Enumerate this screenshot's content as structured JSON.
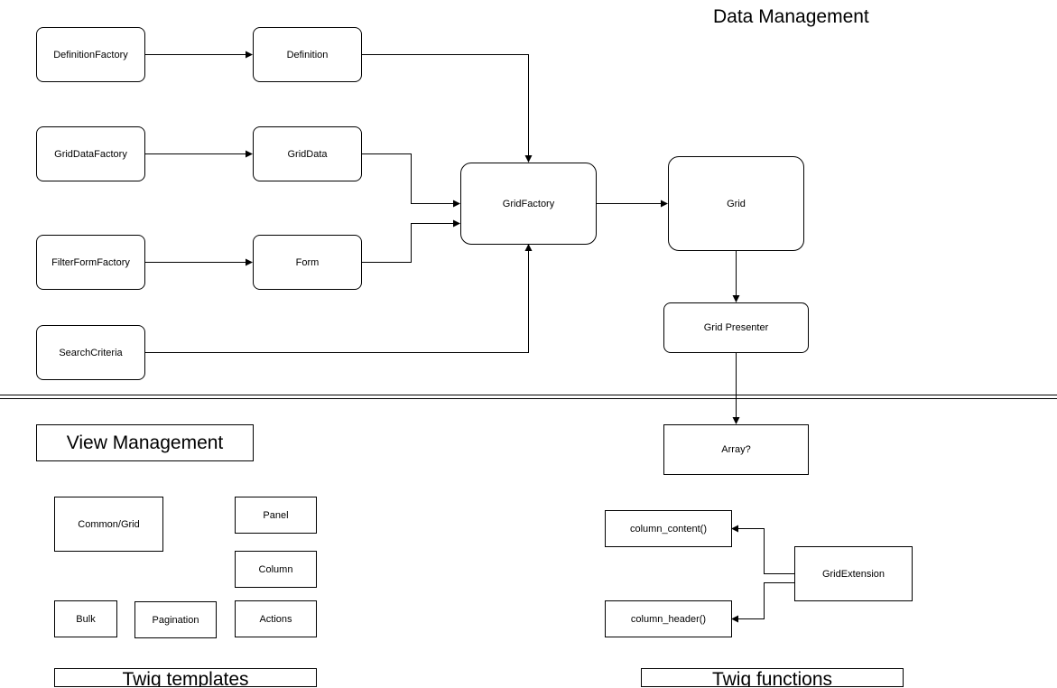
{
  "diagram": {
    "data_section_title": "Data Management",
    "view_section_title": "View Management",
    "nodes": {
      "definition_factory": "DefinitionFactory",
      "definition": "Definition",
      "grid_data_factory": "GridDataFactory",
      "grid_data": "GridData",
      "filter_form_factory": "FilterFormFactory",
      "form": "Form",
      "search_criteria": "SearchCriteria",
      "grid_factory": "GridFactory",
      "grid": "Grid",
      "grid_presenter": "Grid Presenter",
      "array": "Array?",
      "common_grid": "Common/Grid",
      "panel": "Panel",
      "column": "Column",
      "bulk": "Bulk",
      "pagination": "Pagination",
      "actions": "Actions",
      "column_content": "column_content()",
      "column_header": "column_header()",
      "grid_extension": "GridExtension"
    },
    "twig_templates_label": "Twig templates",
    "twig_functions_label": "Twig functions"
  }
}
